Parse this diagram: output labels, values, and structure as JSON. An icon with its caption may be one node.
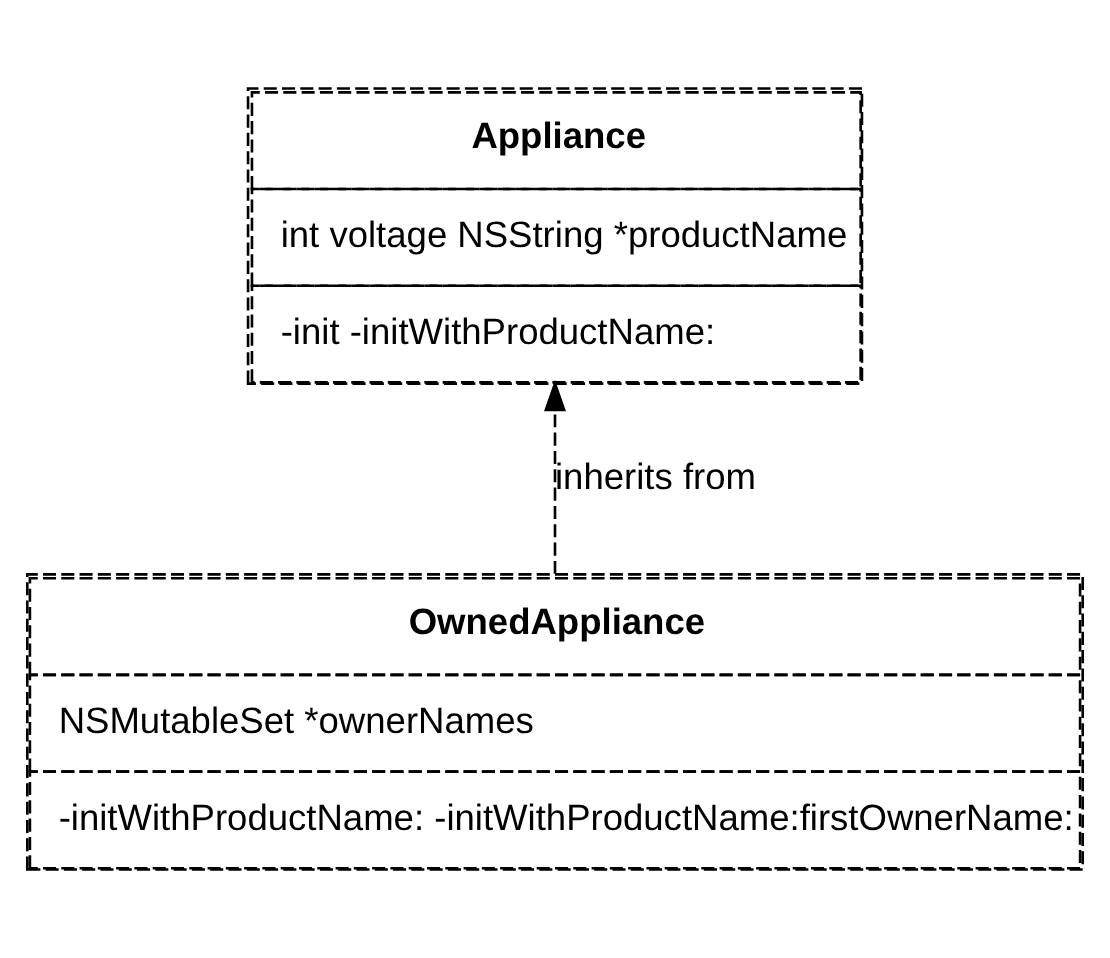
{
  "diagram": {
    "nodes": [
      {
        "text": [
          "Appliance",
          "int voltage NSString *productName",
          "-init -initWithProductName:"
        ]
      },
      {
        "text": [
          "OwnedAppliance",
          "NSMutableSet *ownerNames",
          "-initWithProductName: -initWithProductName:firstOwnerName:"
        ]
      }
    ],
    "edges": [
      {
        "from": 1,
        "to": 0,
        "arrow": "to",
        "style": "dashed",
        "label": "inherits from"
      }
    ]
  }
}
